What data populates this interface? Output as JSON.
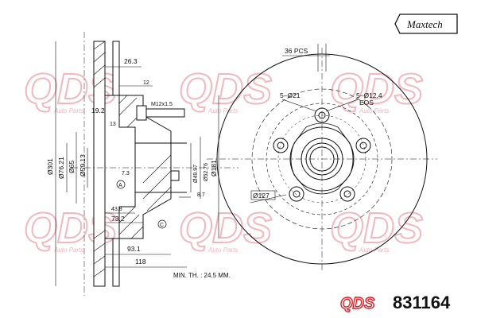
{
  "brand": {
    "name": "Maxtech",
    "logo_text": "QDS"
  },
  "watermark": {
    "logo": "QDS",
    "sub": "Auto Parts",
    "color": "#f2b8bd"
  },
  "part_number": "831164",
  "note": "MIN. TH. : 24.5 MM.",
  "dimensions": {
    "d26_3": "26.3",
    "d12": "12",
    "m12": "M12x1.5",
    "d19_2": "19.2",
    "d13": "13",
    "d7_3": "7.3",
    "dia301": "Ø301",
    "dia76_21": "Ø76.21",
    "dia65": "Ø65",
    "dia59_13": "Ø59.13",
    "dia49_97": "Ø49.97",
    "dia52_76": "Ø52.76",
    "dia181": "Ø181",
    "d8_7": "8.7",
    "d43_8": "43.8",
    "d73_2": "73.2",
    "d93_1": "93.1",
    "d118": "118",
    "label_a": "A",
    "label_c": "C",
    "pcs": "36 PCS",
    "holes5": "5–Ø21",
    "holes5eq": "5–Ø12.4",
    "eqs": "EQS",
    "dia127": "Ø127"
  },
  "colors": {
    "line": "#111111",
    "accent": "#e31b23"
  }
}
